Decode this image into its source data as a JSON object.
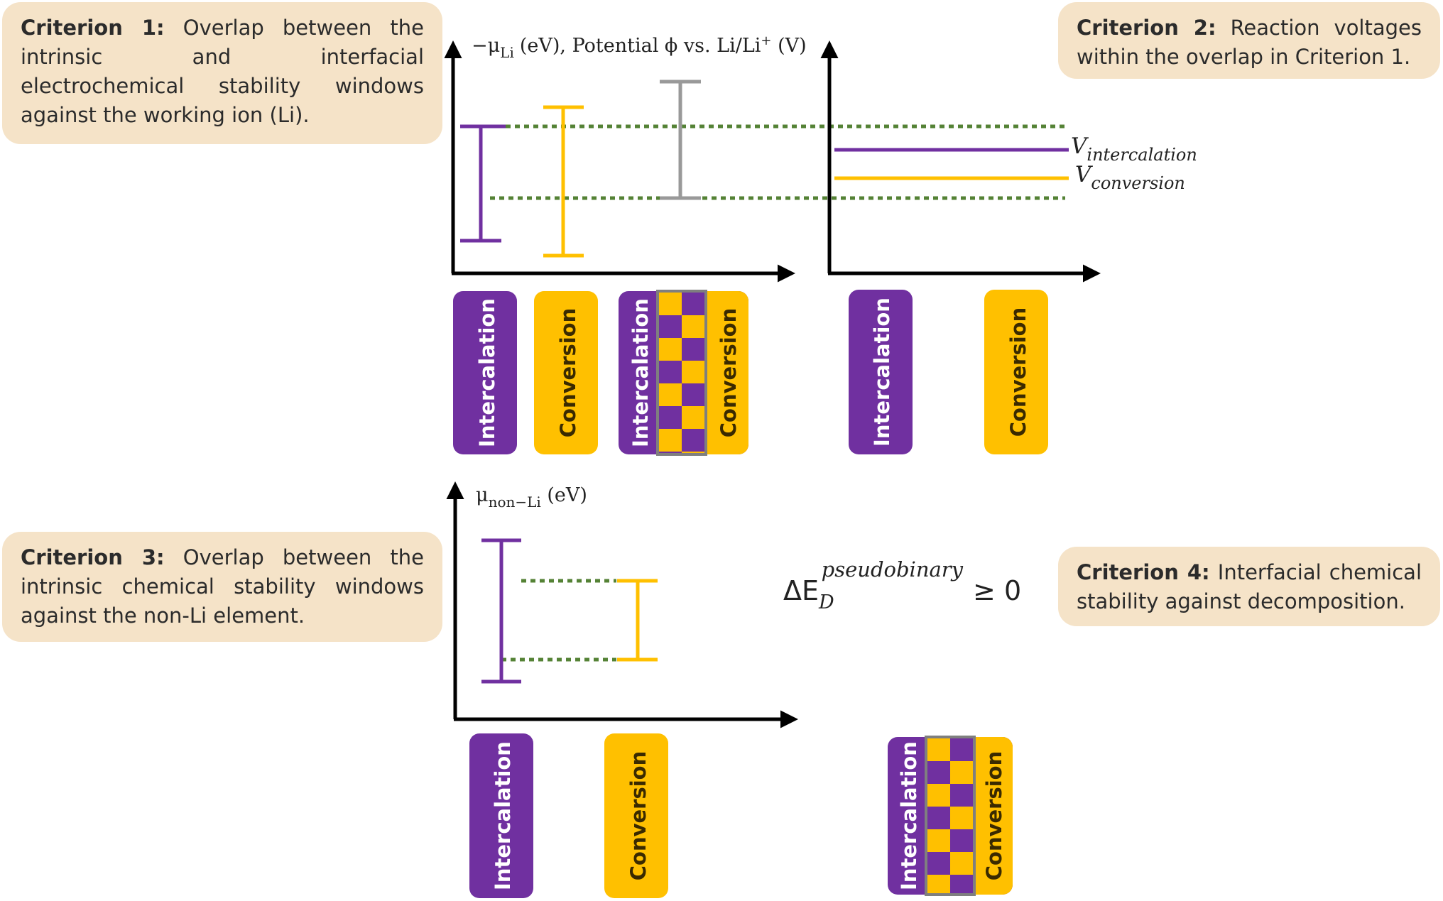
{
  "criteria": {
    "c1": {
      "title": "Criterion 1:",
      "text": "Overlap between the intrinsic and interfacial electrochemical stability windows against the working ion (Li)."
    },
    "c2": {
      "title": "Criterion 2:",
      "text": "Reaction voltages within the overlap in Criterion 1."
    },
    "c3": {
      "title": "Criterion 3:",
      "text": "Overlap between the intrinsic chemical stability windows against the non-Li element."
    },
    "c4": {
      "title": "Criterion 4:",
      "text": "Interfacial chemical stability against decomposition."
    }
  },
  "axes": {
    "top_ylabel_mu": "−μ",
    "top_ylabel_mu_sub": "Li",
    "top_ylabel_rest": "(eV),  Potential ϕ vs. Li/Li",
    "top_ylabel_sup": "+",
    "top_ylabel_end": " (V)",
    "bottom_ylabel_mu": "μ",
    "bottom_ylabel_mu_sub": "non−Li",
    "bottom_ylabel_end": " (eV)"
  },
  "voltages": {
    "v_main": "V",
    "intercalation_sub": "intercalation",
    "conversion_sub": "conversion"
  },
  "formula": {
    "delta": "ΔE",
    "sub": "D",
    "sup": "pseudobinary",
    "rel": "≥ 0"
  },
  "labels": {
    "intercalation": "Intercalation",
    "conversion": "Conversion"
  },
  "colors": {
    "purple": "#7030a0",
    "yellow": "#ffc000",
    "gray": "#999999",
    "green_dotted": "#548235",
    "callout_bg": "#f5e3c8"
  }
}
